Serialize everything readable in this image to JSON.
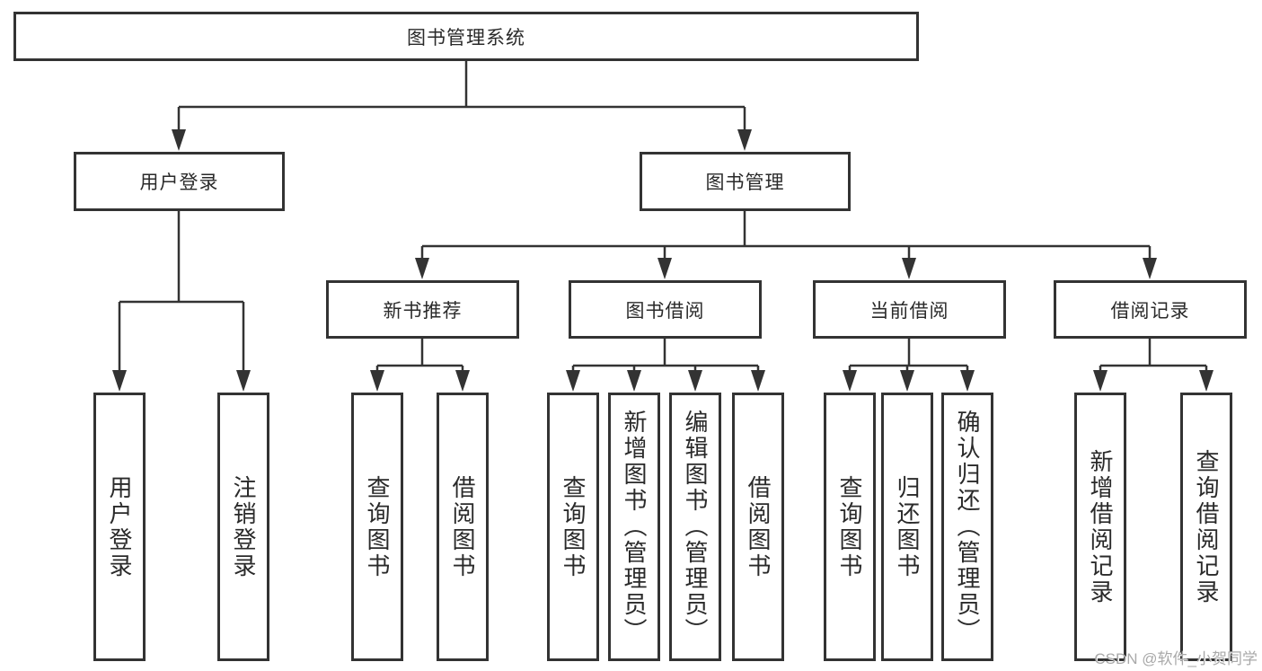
{
  "colors": {
    "line": "#333333",
    "box_border": "#333333",
    "box_background": "#ffffff",
    "text": "#2a2a2a",
    "watermark_text": "#a9a9a9",
    "page_background": "#ffffff"
  },
  "watermark": {
    "text": "CSDN @软件_小贺同学"
  },
  "tree": {
    "root": {
      "id": "library-management-system",
      "label": "图书管理系统"
    },
    "level2": [
      {
        "id": "user-login",
        "label": "用户登录",
        "parent": "library-management-system"
      },
      {
        "id": "book-management",
        "label": "图书管理",
        "parent": "library-management-system"
      }
    ],
    "level3": [
      {
        "id": "new-book-recommend",
        "label": "新书推荐",
        "parent": "book-management"
      },
      {
        "id": "book-borrow",
        "label": "图书借阅",
        "parent": "book-management"
      },
      {
        "id": "current-borrow",
        "label": "当前借阅",
        "parent": "book-management"
      },
      {
        "id": "borrow-records",
        "label": "借阅记录",
        "parent": "book-management"
      }
    ],
    "leaves": [
      {
        "id": "leaf-user-login",
        "label": "用户登录",
        "parent": "user-login"
      },
      {
        "id": "leaf-logout",
        "label": "注销登录",
        "parent": "user-login"
      },
      {
        "id": "leaf-query-book-recommend",
        "label": "查询图书",
        "parent": "new-book-recommend"
      },
      {
        "id": "leaf-borrow-book-recommend",
        "label": "借阅图书",
        "parent": "new-book-recommend"
      },
      {
        "id": "leaf-query-book-borrow",
        "label": "查询图书",
        "parent": "book-borrow"
      },
      {
        "id": "leaf-add-book-admin",
        "label": "新增图书（管理员）",
        "parent": "book-borrow"
      },
      {
        "id": "leaf-edit-book-admin",
        "label": "编辑图书（管理员）",
        "parent": "book-borrow"
      },
      {
        "id": "leaf-borrow-book-borrow",
        "label": "借阅图书",
        "parent": "book-borrow"
      },
      {
        "id": "leaf-query-book-current",
        "label": "查询图书",
        "parent": "current-borrow"
      },
      {
        "id": "leaf-return-book",
        "label": "归还图书",
        "parent": "current-borrow"
      },
      {
        "id": "leaf-confirm-return-admin",
        "label": "确认归还（管理员）",
        "parent": "current-borrow"
      },
      {
        "id": "leaf-add-borrow-record",
        "label": "新增借阅记录",
        "parent": "borrow-records"
      },
      {
        "id": "leaf-query-borrow-record",
        "label": "查询借阅记录",
        "parent": "borrow-records"
      }
    ]
  }
}
